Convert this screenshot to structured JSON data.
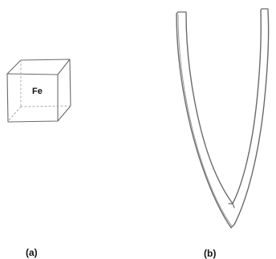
{
  "panel_a": {
    "label": "(a)",
    "cube_label": "Fe"
  },
  "panel_b": {
    "label": "(b)"
  },
  "colors": {
    "stroke": "#6a6a6a",
    "text": "#111111",
    "background": "#ffffff"
  }
}
